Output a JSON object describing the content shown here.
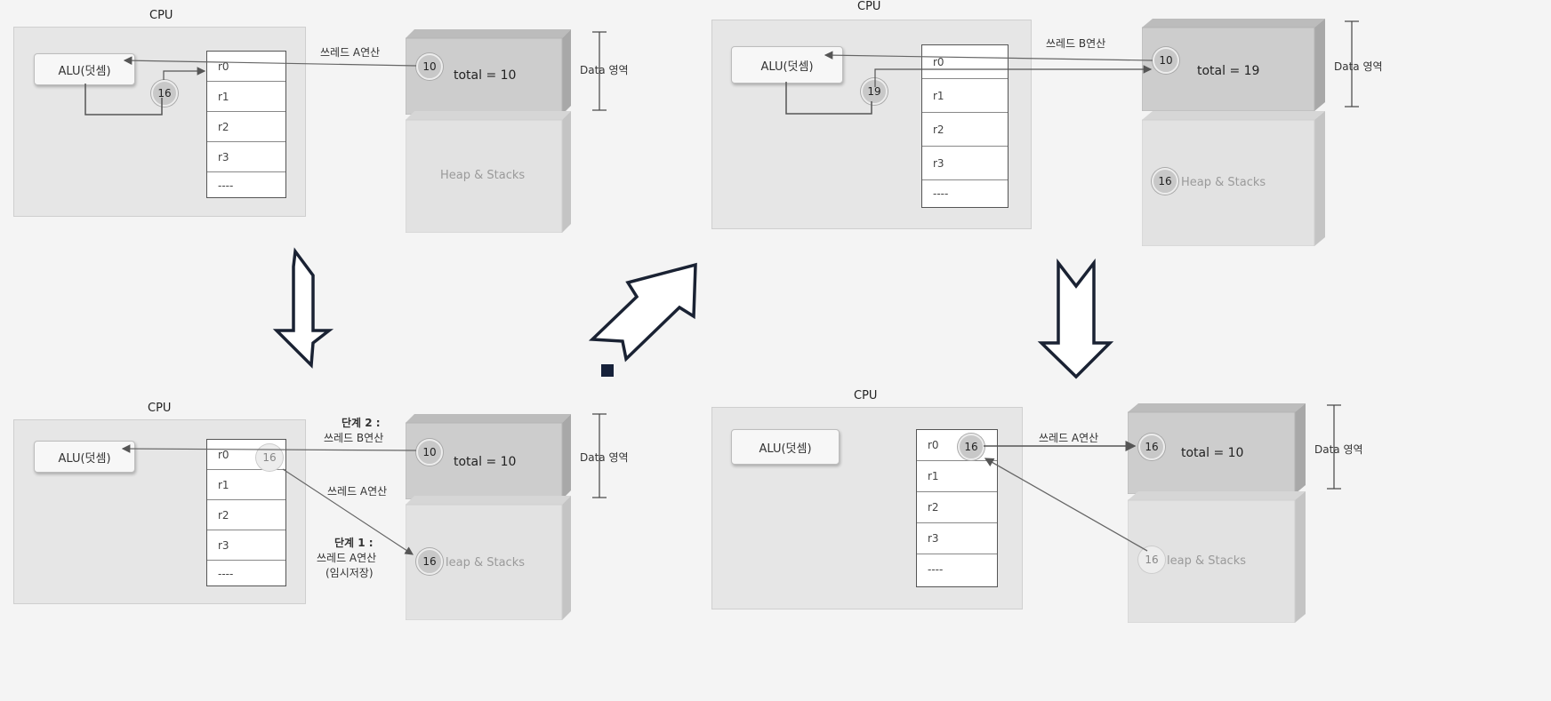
{
  "labels": {
    "cpu": "CPU",
    "alu": "ALU(덧셈)",
    "registers": [
      "r0",
      "r1",
      "r2",
      "r3",
      "----"
    ],
    "data_area": "Data 영역",
    "heap": "Heap & Stacks",
    "heap_partial": "leap & Stacks"
  },
  "panel1": {
    "thread_label": "쓰레드 A연산",
    "data_value": "10",
    "total": "total = 10",
    "alu_value": "16"
  },
  "panel2": {
    "thread_label": "쓰레드 B연산",
    "data_value": "10",
    "total": "total = 19",
    "alu_value": "19",
    "heap_value": "16"
  },
  "panel3": {
    "step2_title": "단계 2 :",
    "step2_sub": "쓰레드 B연산",
    "thread_a_label": "쓰레드 A연산",
    "step1_title": "단계 1 :",
    "step1_sub": "쓰레드 A연산",
    "step1_note": "(임시저장)",
    "reg_value": "16",
    "data_value": "10",
    "total": "total = 10",
    "heap_value": "16"
  },
  "panel4": {
    "thread_label": "쓰레드 A연산",
    "reg_value": "16",
    "data_value": "16",
    "total": "total = 10",
    "heap_value": "16"
  }
}
